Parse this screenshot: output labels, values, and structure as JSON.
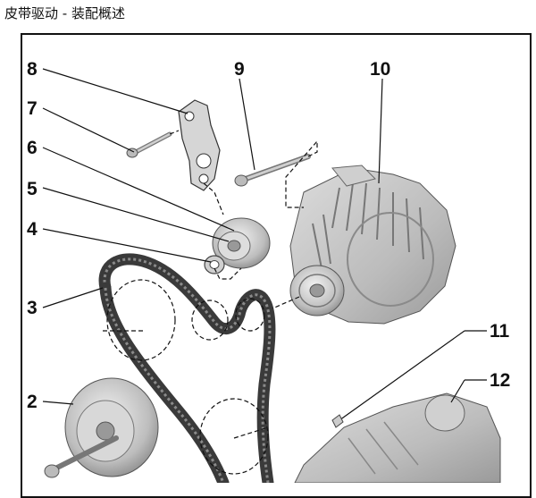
{
  "page": {
    "title": "皮带驱动 - 装配概述"
  },
  "callouts": [
    {
      "id": "8",
      "label": "8"
    },
    {
      "id": "7",
      "label": "7"
    },
    {
      "id": "6",
      "label": "6"
    },
    {
      "id": "5",
      "label": "5"
    },
    {
      "id": "4",
      "label": "4"
    },
    {
      "id": "3",
      "label": "3"
    },
    {
      "id": "2",
      "label": "2"
    },
    {
      "id": "9",
      "label": "9"
    },
    {
      "id": "10",
      "label": "10"
    },
    {
      "id": "11",
      "label": "11"
    },
    {
      "id": "12",
      "label": "12"
    }
  ],
  "colors": {
    "line": "#111111",
    "part_light": "#e6e6e6",
    "part_mid": "#bdbdbd",
    "part_dark": "#8a8a8a",
    "belt": "#3a3a3a"
  }
}
